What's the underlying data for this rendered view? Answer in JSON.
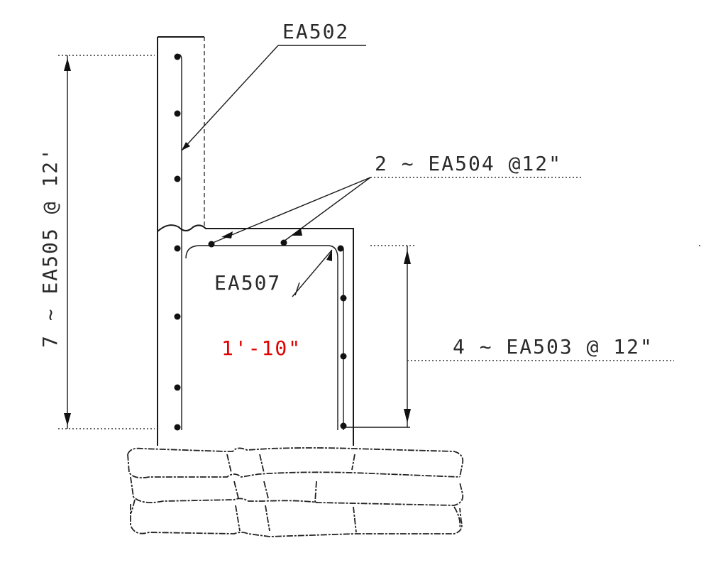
{
  "labels": {
    "ea502": "EA502",
    "ea504": "2 ~ EA504 @12\"",
    "ea507": "EA507",
    "ea503": "4 ~ EA503 @ 12\"",
    "ea505": "7 ~ EA505 @ 12'",
    "dimension": "1'-10\""
  },
  "colors": {
    "line": "#1a1a1a",
    "dimension_text": "#e00000",
    "label_text": "#2a2a2a"
  }
}
